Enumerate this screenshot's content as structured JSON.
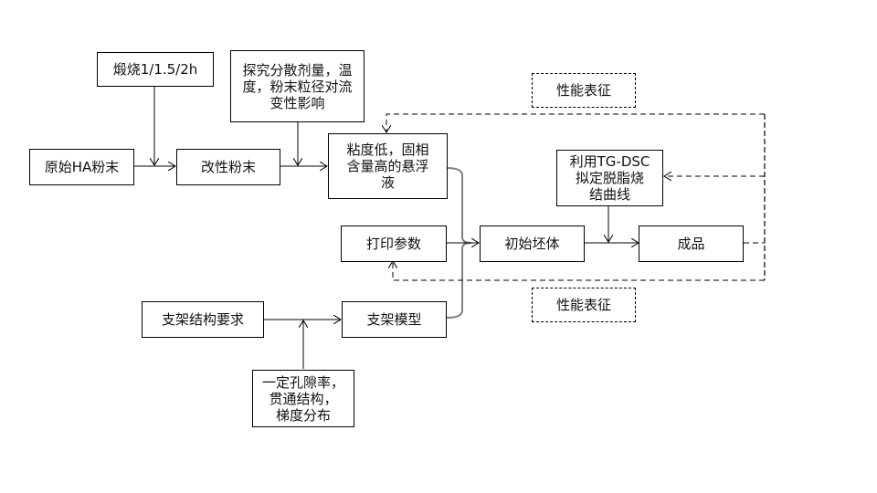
{
  "diagram": {
    "nodes": {
      "raw_powder": "原始HA粉末",
      "calcine": "煅烧1/1.5/2h",
      "modified_powder": "改性粉末",
      "explore": "探究分散剂量，温\n度，粉末粒径对流\n变性影响",
      "suspension": "粘度低，固相\n含量高的悬浮\n液",
      "print_params": "打印参数",
      "green_body": "初始坯体",
      "tgdsc": "利用TG-DSC\n拟定脱脂烧\n结曲线",
      "product": "成品",
      "perf_top": "性能表征",
      "perf_bottom": "性能表征",
      "scaffold_req": "支架结构要求",
      "scaffold_model": "支架模型",
      "porosity": "一定孔隙率，\n贯通结构，\n梯度分布"
    },
    "colors": {
      "line": "#000000",
      "bracket": "#808080",
      "dash_outer": "#666666"
    }
  }
}
